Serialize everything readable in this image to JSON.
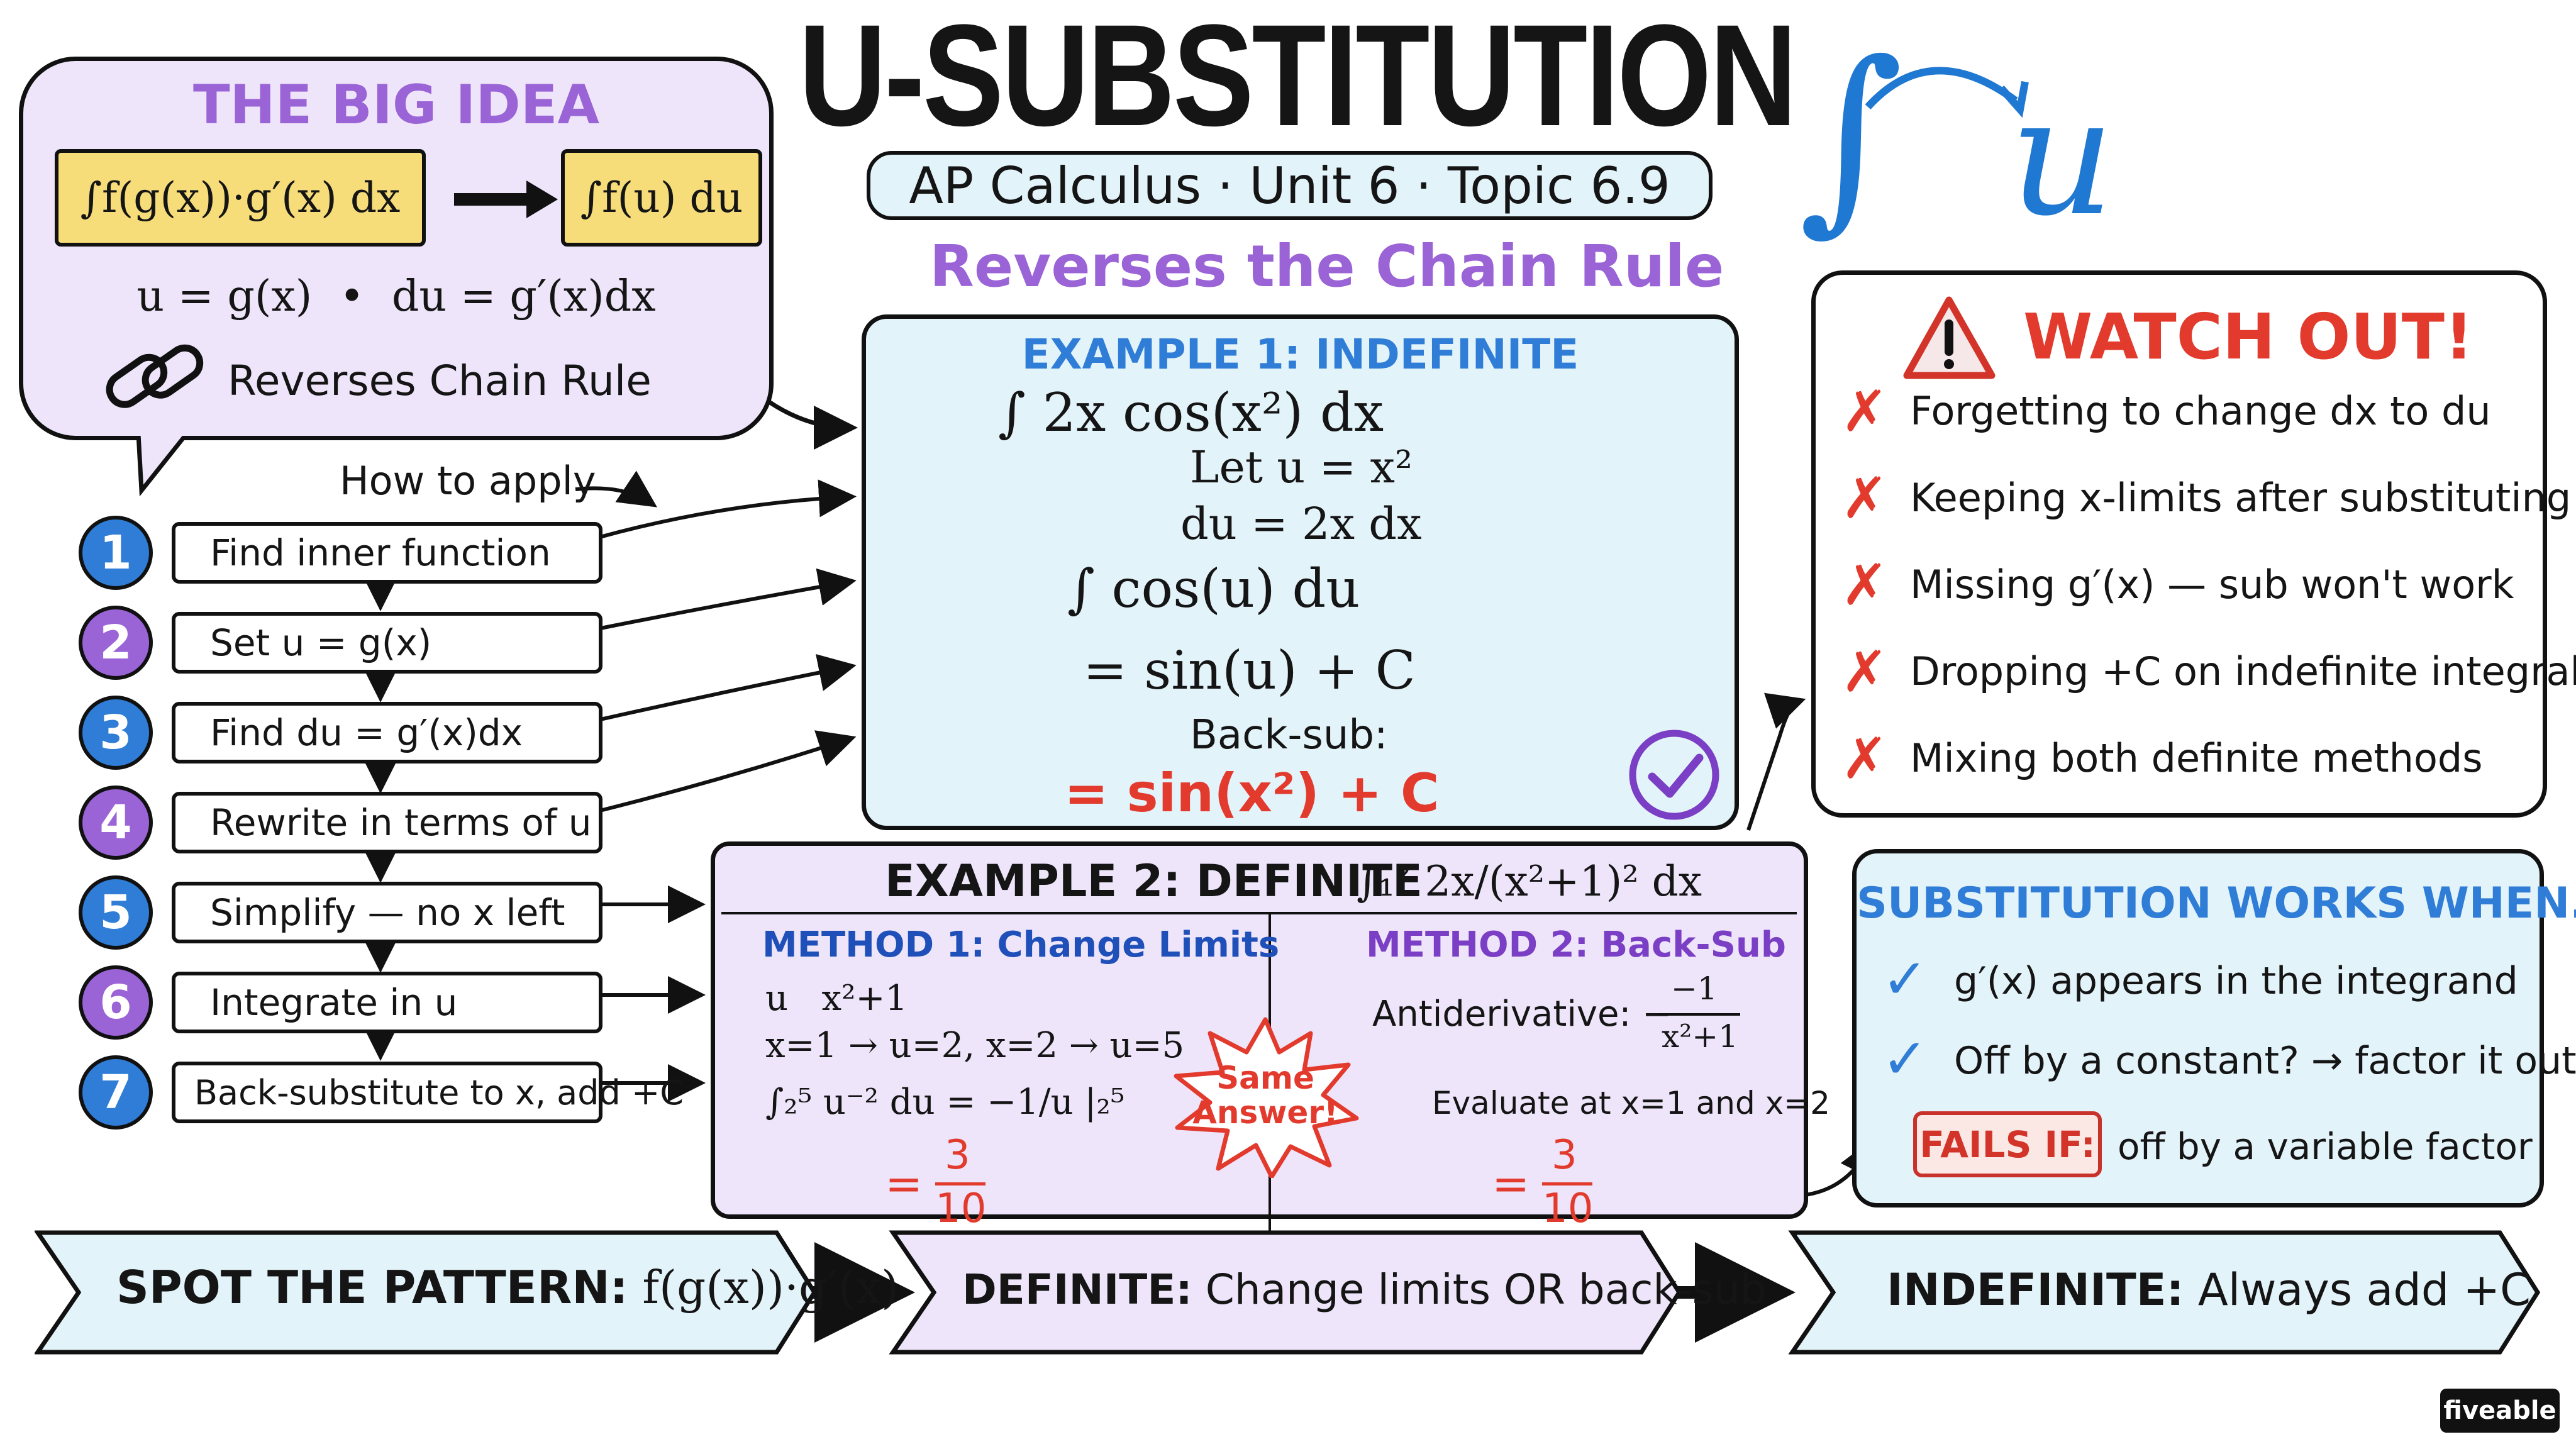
{
  "title": "U-SUBSTITUTION",
  "subtitle": "AP Calculus · Unit 6 · Topic 6.9",
  "tagline": "Reverses the Chain Rule",
  "logo": {
    "integral": "∫",
    "u": "u"
  },
  "big_idea": {
    "heading": "THE BIG IDEA",
    "left_expr": "∫f(g(x))·g′(x) dx",
    "right_expr": "∫f(u) du",
    "sub_line": "u = g(x)  •  du = g′(x)dx",
    "note": "Reverses Chain Rule",
    "note_icon": "chain-link-icon"
  },
  "steps": {
    "heading": "How to apply",
    "items": [
      {
        "num": "1",
        "text": "Find inner function",
        "color": "#2f7dd6"
      },
      {
        "num": "2",
        "text": "Set u = g(x)",
        "color": "#9a63d6"
      },
      {
        "num": "3",
        "text": "Find du = g′(x)dx",
        "color": "#2f7dd6"
      },
      {
        "num": "4",
        "text": "Rewrite in terms of u",
        "color": "#9a63d6"
      },
      {
        "num": "5",
        "text": "Simplify — no x left",
        "color": "#2f7dd6"
      },
      {
        "num": "6",
        "text": "Integrate in u",
        "color": "#9a63d6"
      },
      {
        "num": "7",
        "text": "Back-substitute to x, add +C",
        "color": "#2f7dd6"
      }
    ]
  },
  "example1": {
    "heading": "EXAMPLE 1: INDEFINITE",
    "line1": "∫ 2x cos(x²) dx",
    "line2": "Let u = x²",
    "line3": "du = 2x dx",
    "line4": "∫ cos(u) du",
    "line5": "= sin(u) + C",
    "line6": "Back-sub:",
    "answer": "= sin(x²) + C"
  },
  "watch_out": {
    "heading": "WATCH OUT!",
    "items": [
      "Forgetting to change dx to du",
      "Keeping x-limits after substituting",
      "Missing g′(x) — sub won't work",
      "Dropping +C on indefinite integrals",
      "Mixing both definite methods"
    ]
  },
  "example2": {
    "heading": "EXAMPLE 2: DEFINITE",
    "integral": "∫₁² 2x/(x²+1)² dx",
    "method1": {
      "heading": "METHOD 1: Change Limits",
      "line1": "u   x²+1",
      "line2": "x=1 → u=2, x=2 → u=5",
      "line3": "∫₂⁵ u⁻² du = −1/u |₂⁵",
      "answer_eq": "=",
      "answer_num": "3",
      "answer_den": "10"
    },
    "method2": {
      "heading": "METHOD 2: Back-Sub",
      "antiderivative_label": "Antiderivative: −",
      "frac_num": "−1",
      "frac_den": "x²+1",
      "line2": "Evaluate at x=1 and x=2",
      "answer_eq": "=",
      "answer_num": "3",
      "answer_den": "10"
    },
    "badge_line1": "Same",
    "badge_line2": "Answer!"
  },
  "works_when": {
    "heading": "SUBSTITUTION WORKS WHEN...",
    "item1": "g′(x) appears in the integrand",
    "item2": "Off by a constant? → factor it out",
    "fails_label": "FAILS IF:",
    "fails_text": "off by a variable factor"
  },
  "banners": [
    {
      "label": "SPOT THE PATTERN:",
      "text": "f(g(x))·g′(x)"
    },
    {
      "label": "DEFINITE:",
      "text": "Change limits OR back-sub"
    },
    {
      "label": "INDEFINITE:",
      "text": "Always add +C"
    }
  ],
  "brand": "fiveable",
  "colors": {
    "purple": "#9a63d6",
    "blue": "#2f7dd6",
    "red": "#e23b2e",
    "yellow": "#f7dd7a",
    "lavender": "#eee5fa",
    "lightblue": "#e3f3fa"
  }
}
